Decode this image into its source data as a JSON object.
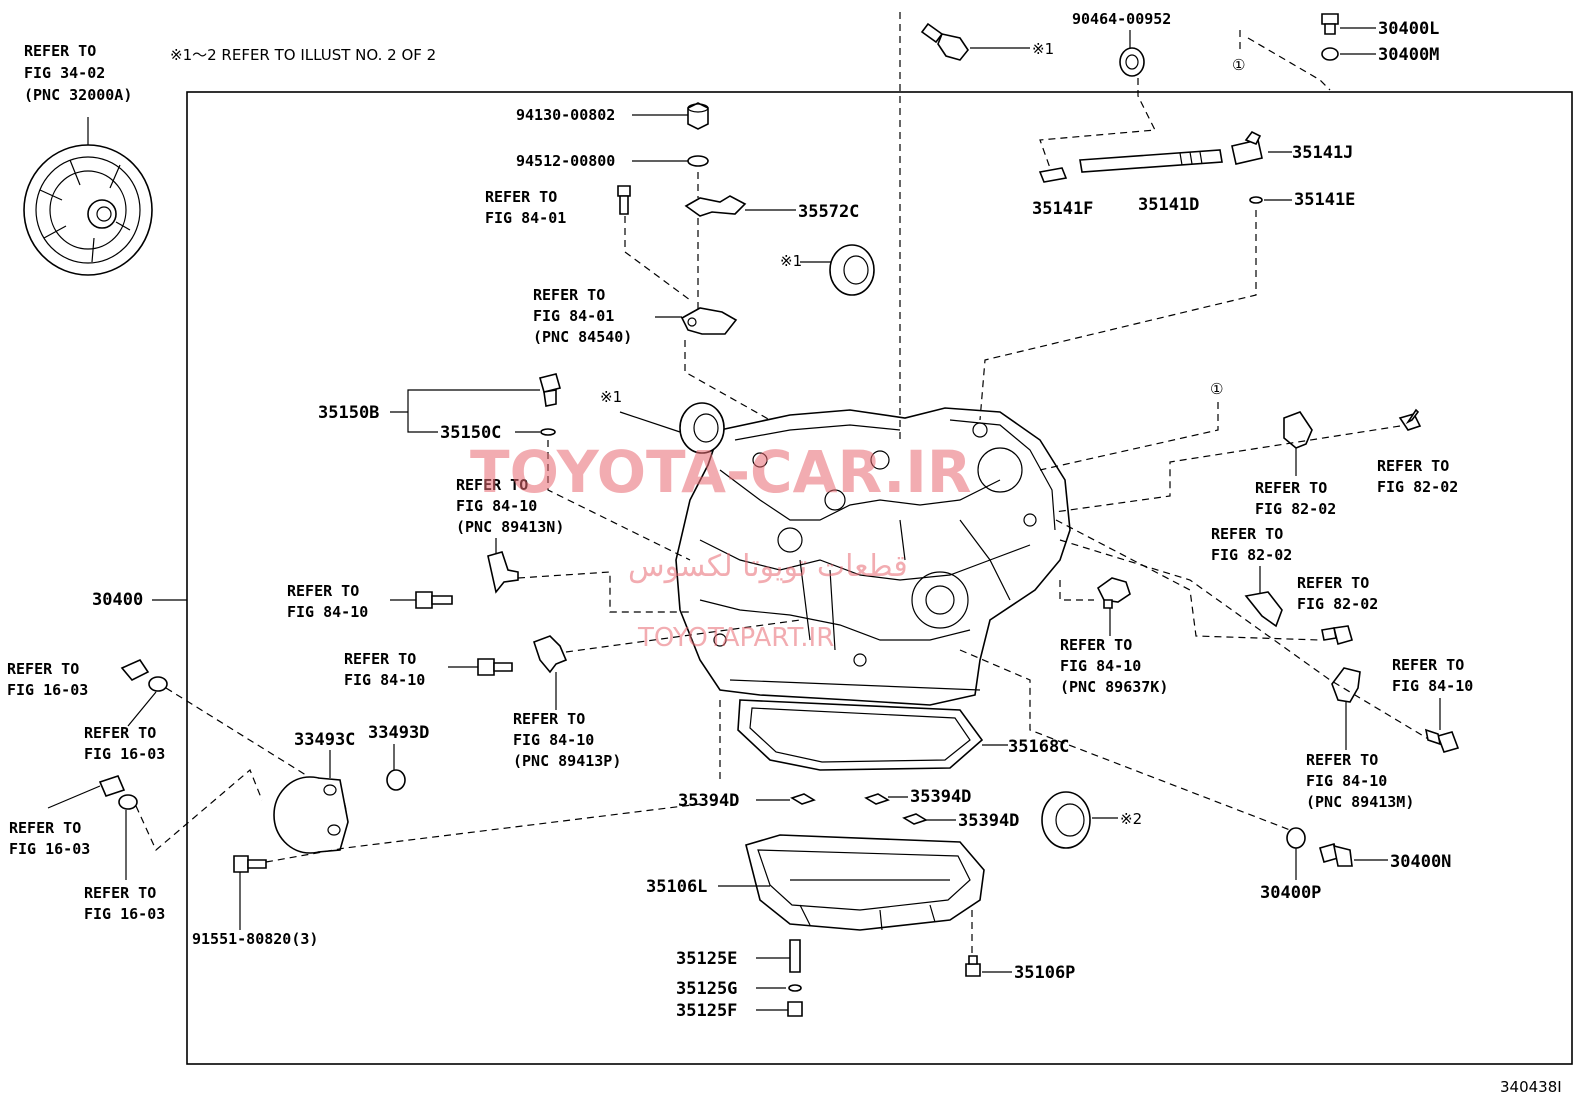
{
  "header": {
    "note": "※1～2 REFER TO ILLUST NO. 2 OF 2"
  },
  "watermark": {
    "main": "TOYOTA-CAR.IR",
    "farsi": "قطعات تویوتا لکسوس",
    "sub": "TOYOTAPART.IR"
  },
  "illustration_id": "340438I",
  "symbols": {
    "ref1": "※1",
    "ref2": "※2",
    "circle1": "①"
  },
  "refs": {
    "torque_converter": [
      "REFER TO",
      "FIG 34-02",
      "(PNC 32000A)"
    ],
    "bolt_8401": [
      "REFER TO",
      "FIG 84-01"
    ],
    "bracket_84540": [
      "REFER TO",
      "FIG 84-01",
      "(PNC 84540)"
    ],
    "sensor_89413n": [
      "REFER TO",
      "FIG 84-10",
      "(PNC 89413N)"
    ],
    "bolt_8410_a": [
      "REFER TO",
      "FIG 84-10"
    ],
    "bolt_8410_b": [
      "REFER TO",
      "FIG 84-10"
    ],
    "sensor_89413p": [
      "REFER TO",
      "FIG 84-10",
      "(PNC 89413P)"
    ],
    "hose_1603_a": [
      "REFER TO",
      "FIG 16-03"
    ],
    "clamp_1603_a": [
      "REFER TO",
      "FIG 16-03"
    ],
    "hose_1603_b": [
      "REFER TO",
      "FIG 16-03"
    ],
    "clamp_1603_b": [
      "REFER TO",
      "FIG 16-03"
    ],
    "sensor_89637k": [
      "REFER TO",
      "FIG 84-10",
      "(PNC 89637K)"
    ],
    "fig8202_a": [
      "REFER TO",
      "FIG 82-02"
    ],
    "fig8202_b": [
      "REFER TO",
      "FIG 82-02"
    ],
    "fig8202_c": [
      "REFER TO",
      "FIG 82-02"
    ],
    "fig8202_d": [
      "REFER TO",
      "FIG 82-02"
    ],
    "bolt_8410_c": [
      "REFER TO",
      "FIG 84-10"
    ],
    "sensor_89413m": [
      "REFER TO",
      "FIG 84-10",
      "(PNC 89413M)"
    ]
  },
  "parts": {
    "p30400": "30400",
    "p30400L": "30400L",
    "p30400M": "30400M",
    "p30400N": "30400N",
    "p30400P": "30400P",
    "p90464": "90464-00952",
    "p94130": "94130-00802",
    "p94512": "94512-00800",
    "p35572C": "35572C",
    "p35141D": "35141D",
    "p35141E": "35141E",
    "p35141F": "35141F",
    "p35141J": "35141J",
    "p35150B": "35150B",
    "p35150C": "35150C",
    "p33493C": "33493C",
    "p33493D": "33493D",
    "p35168C": "35168C",
    "p35394D_a": "35394D",
    "p35394D_b": "35394D",
    "p35394D_c": "35394D",
    "p35106L": "35106L",
    "p35106P": "35106P",
    "p35125E": "35125E",
    "p35125G": "35125G",
    "p35125F": "35125F",
    "p91551": "91551-80820(3)"
  }
}
